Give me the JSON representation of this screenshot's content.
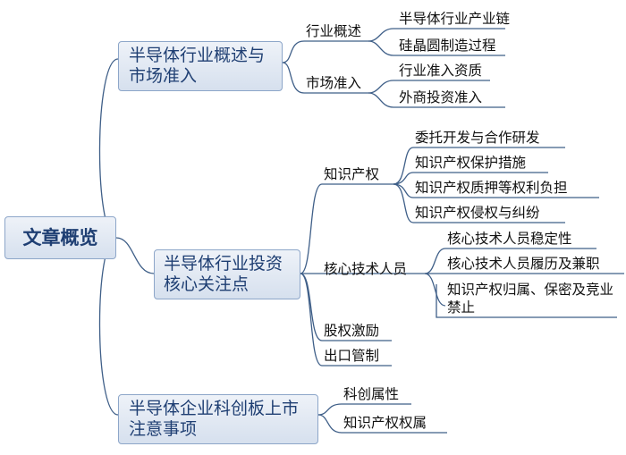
{
  "root": "文章概览",
  "sections": [
    {
      "title": "半导体行业概述与市场准入",
      "groups": [
        {
          "label": "行业概述",
          "items": [
            "半导体行业产业链",
            "硅晶圆制造过程"
          ]
        },
        {
          "label": "市场准入",
          "items": [
            "行业准入资质",
            "外商投资准入"
          ]
        }
      ]
    },
    {
      "title": "半导体行业投资核心关注点",
      "groups": [
        {
          "label": "知识产权",
          "items": [
            "委托开发与合作研发",
            "知识产权保护措施",
            "知识产权质押等权利负担",
            "知识产权侵权与纠纷"
          ]
        },
        {
          "label": "核心技术人员",
          "items": [
            "核心技术人员稳定性",
            "核心技术人员履历及兼职",
            "知识产权归属、保密及竞业禁止"
          ]
        },
        {
          "label": "股权激励",
          "items": []
        },
        {
          "label": "出口管制",
          "items": []
        }
      ]
    },
    {
      "title": "半导体企业科创板上市注意事项",
      "groups": [
        {
          "label": "科创属性",
          "items": []
        },
        {
          "label": "知识产权权属",
          "items": []
        }
      ]
    }
  ],
  "colors": {
    "line": "#3f5f88",
    "box_border": "#8da6c9",
    "box_fill": "#dbe4f0",
    "box_text": "#1f3f73"
  }
}
